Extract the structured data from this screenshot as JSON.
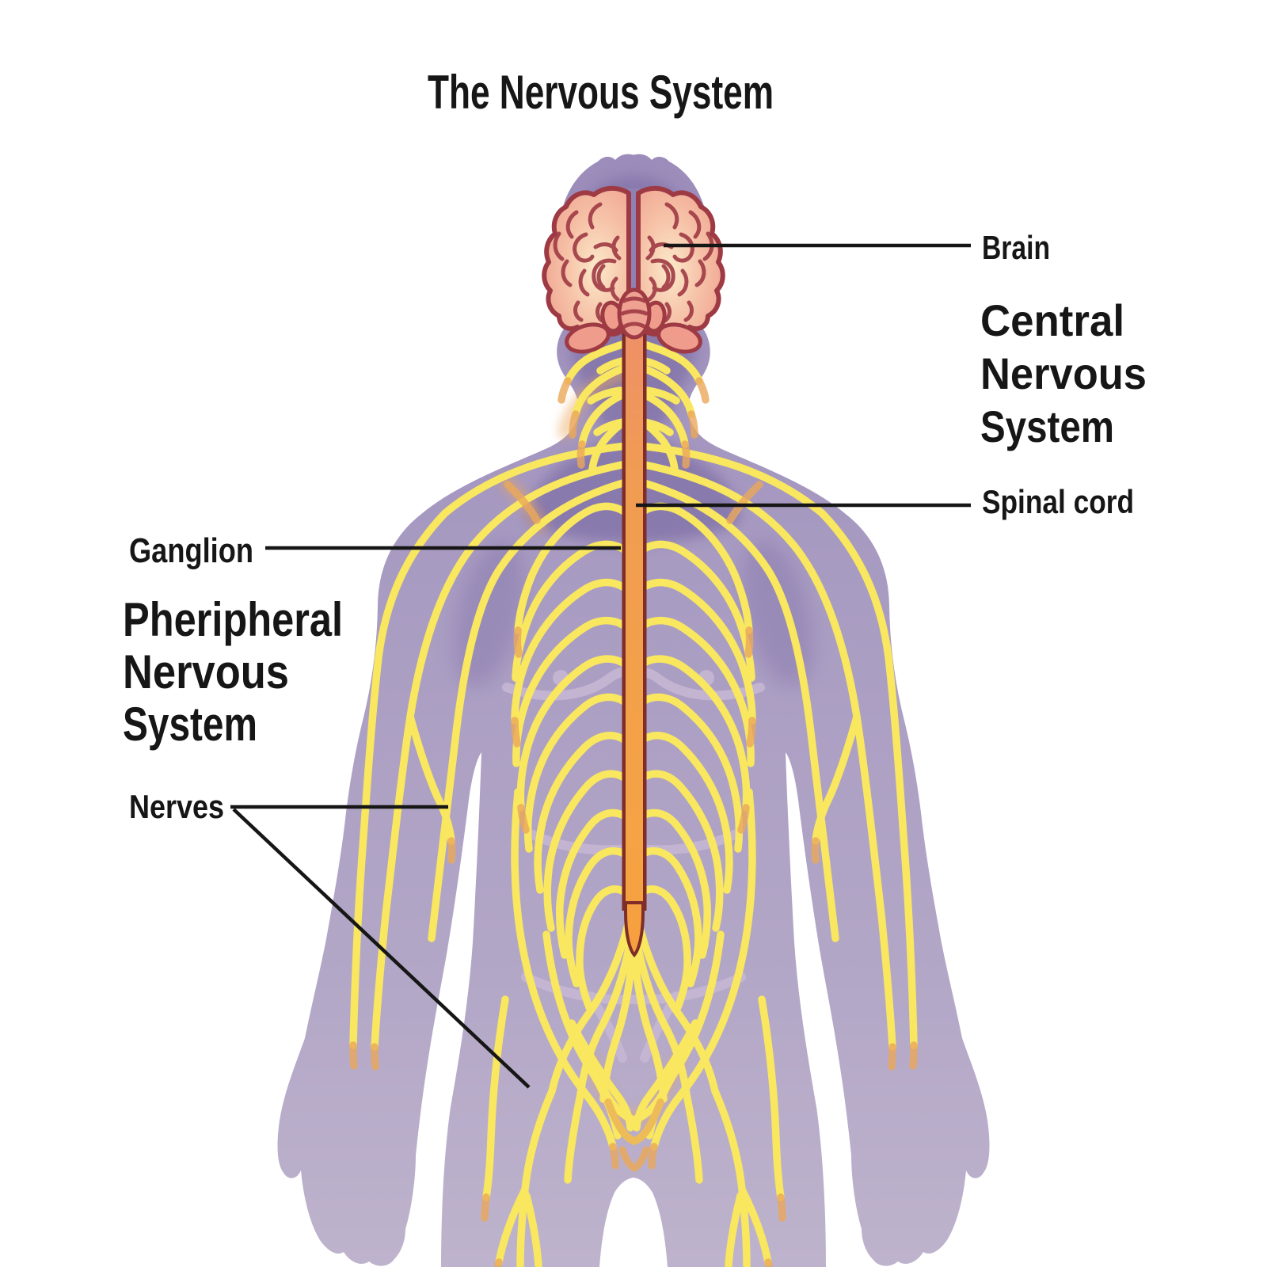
{
  "title": "The Nervous System",
  "labels": {
    "brain": "Brain",
    "cns": {
      "lines": [
        "Central",
        "Nervous",
        "System"
      ]
    },
    "spinal_cord": "Spinal cord",
    "ganglion": "Ganglion",
    "pns": {
      "lines": [
        "Pheripheral",
        "Nervous",
        "System"
      ]
    },
    "nerves": "Nerves"
  },
  "colors": {
    "background": "#ffffff",
    "body_top": "#9a8bba",
    "body_bottom": "#beb3cc",
    "head_shadow": "#8677ab",
    "nerve_yellow": "#f8e75f",
    "nerve_orange": "#eaa85a",
    "cord_orange": "#f29c4a",
    "cord_dark": "#7e2d28",
    "brain_fill": "#ee9a8a",
    "brain_glow": "#fce9c9",
    "brain_outline": "#9e3a44",
    "pale_contour": "#c7b7d3",
    "label_ink": "#161616"
  }
}
